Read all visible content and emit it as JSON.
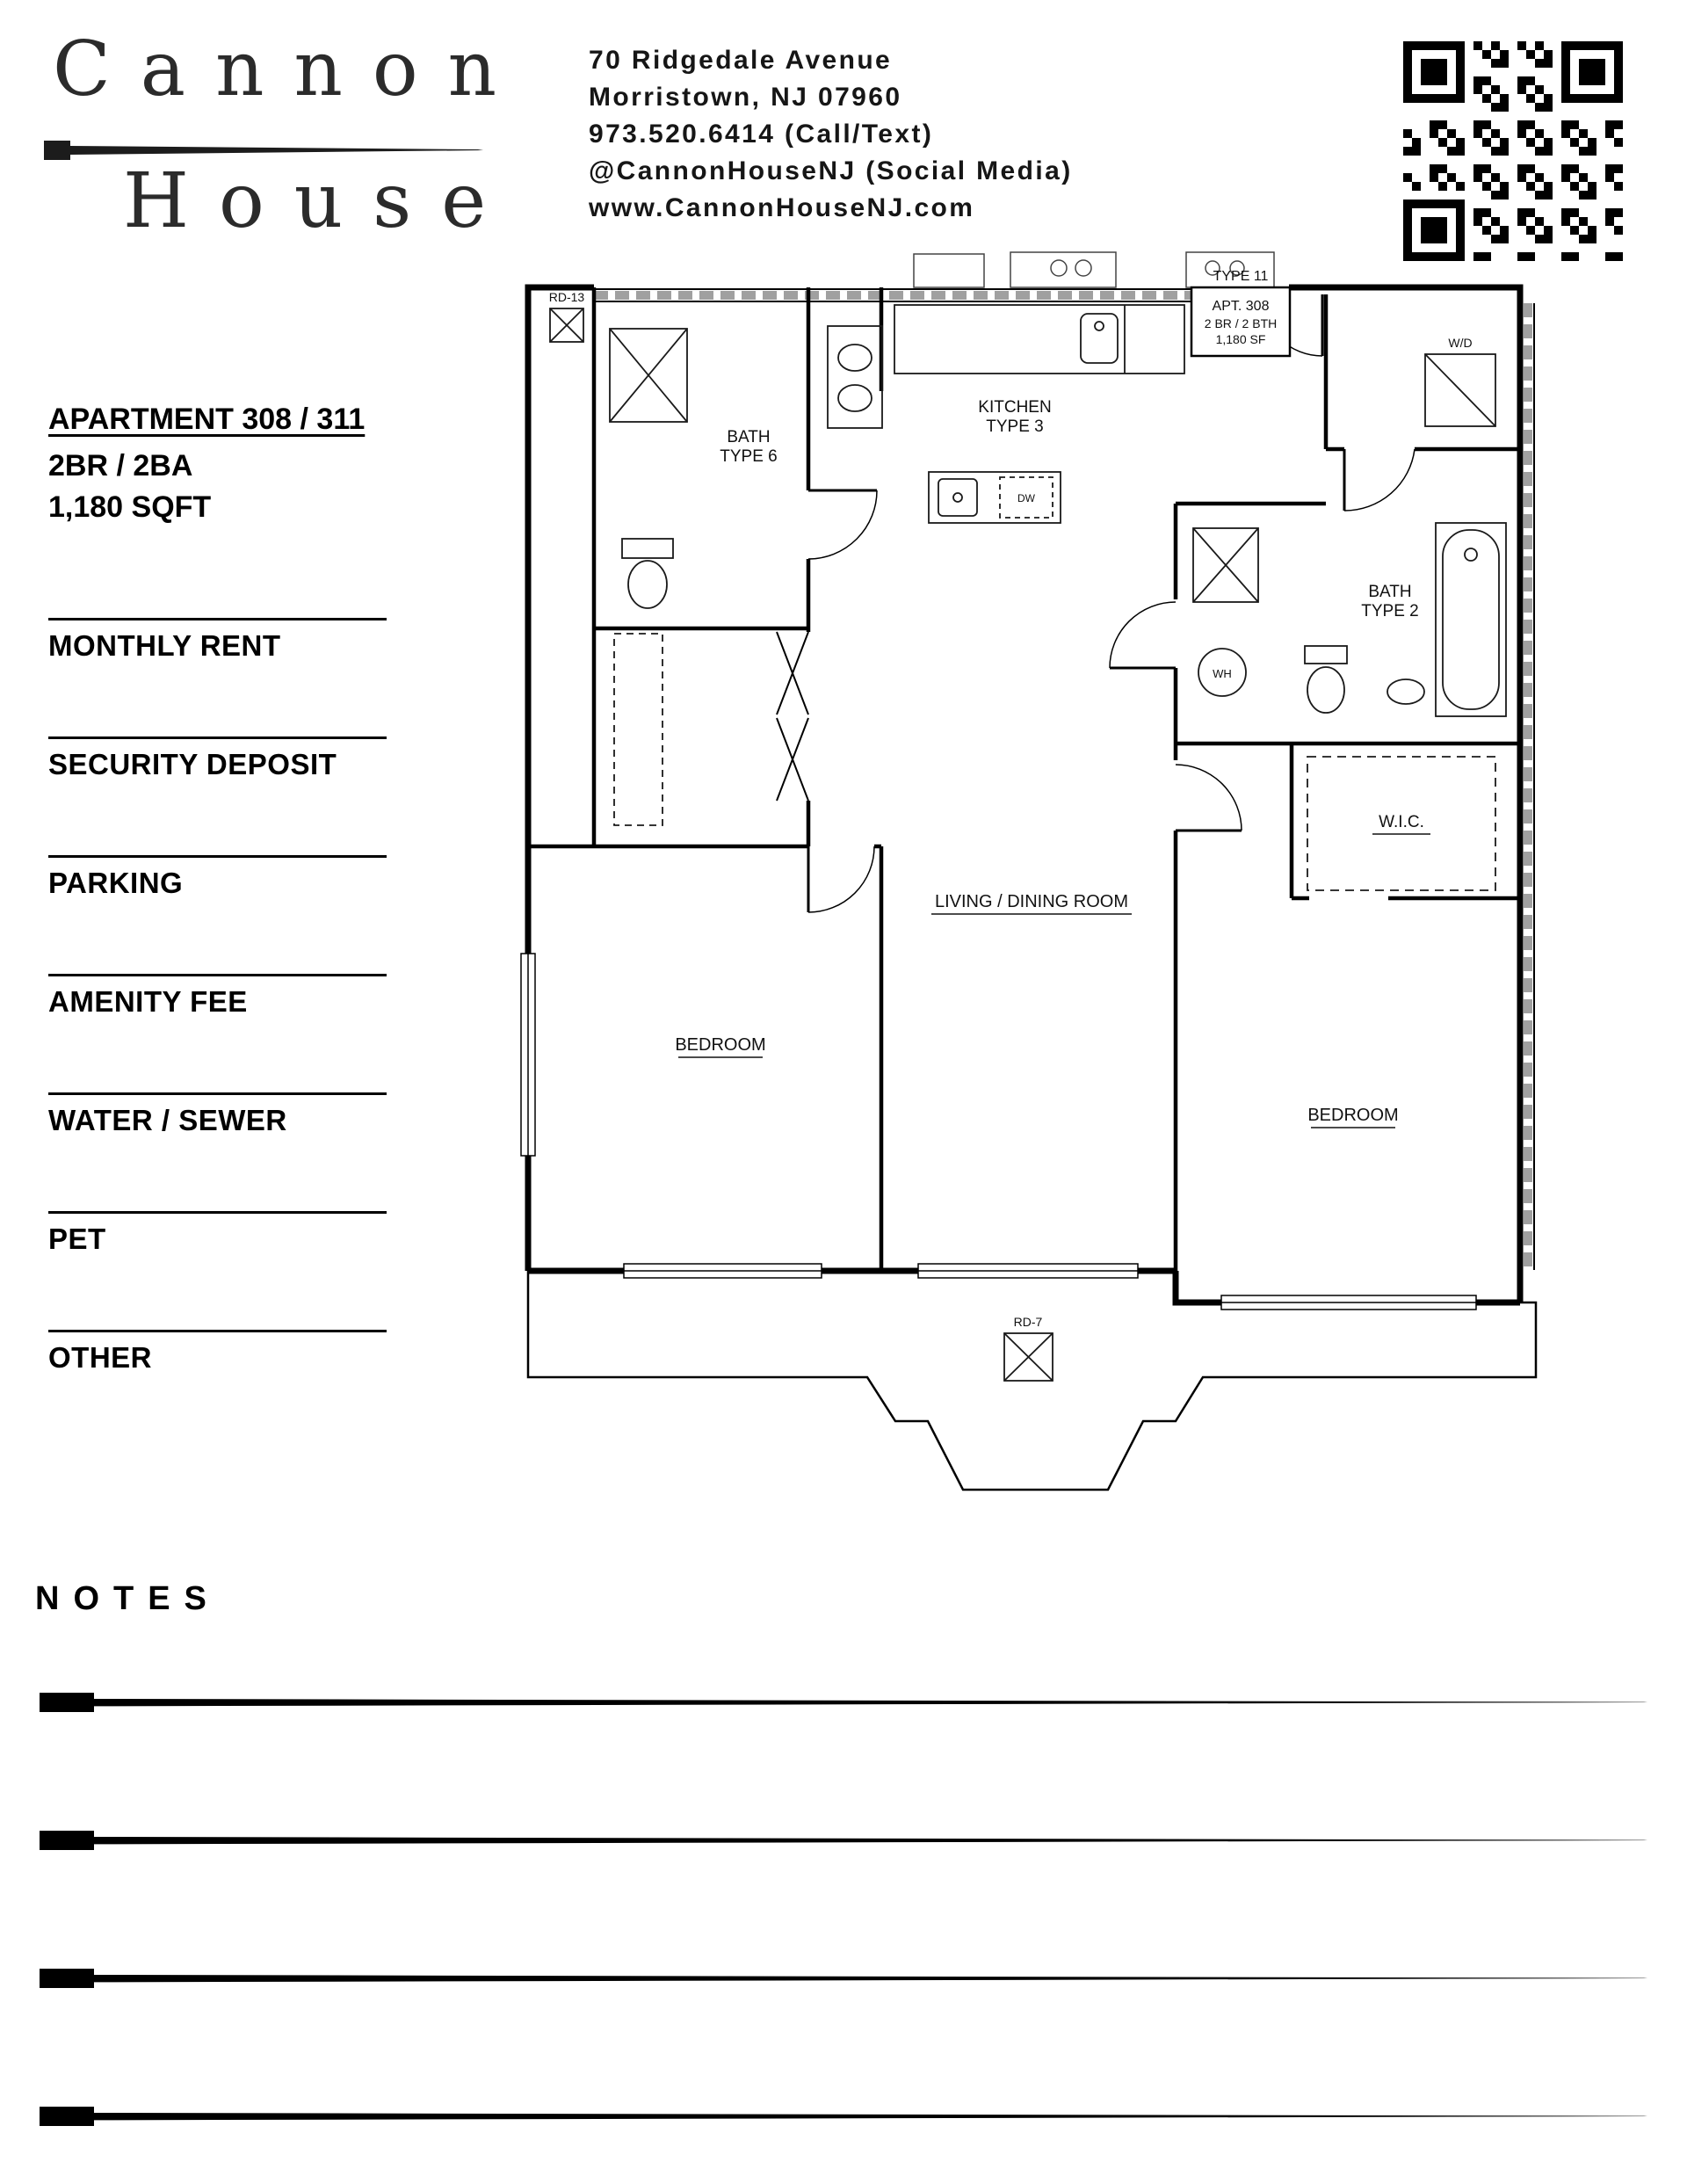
{
  "logo": {
    "line1": "Cannon",
    "line2": "House"
  },
  "contact": {
    "address_line1": "70 Ridgedale Avenue",
    "address_line2": "Morristown, NJ 07960",
    "phone": "973.520.6414 (Call/Text)",
    "social": "@CannonHouseNJ (Social Media)",
    "website": "www.CannonHouseNJ.com"
  },
  "apartment": {
    "title": "APARTMENT 308 / 311",
    "beds_baths": "2BR / 2BA",
    "sqft": "1,180 SQFT"
  },
  "fields": [
    {
      "label": "MONTHLY RENT"
    },
    {
      "label": "SECURITY DEPOSIT"
    },
    {
      "label": "PARKING"
    },
    {
      "label": "AMENITY FEE"
    },
    {
      "label": "WATER / SEWER"
    },
    {
      "label": "PET"
    },
    {
      "label": "OTHER"
    }
  ],
  "floorplan": {
    "rd13": "RD-13",
    "type11": "TYPE 11",
    "apt_line1": "APT. 308",
    "apt_line2": "2 BR / 2 BTH",
    "apt_line3": "1,180 SF",
    "wd": "W/D",
    "kitchen_line1": "KITCHEN",
    "kitchen_line2": "TYPE 3",
    "bath6_line1": "BATH",
    "bath6_line2": "TYPE 6",
    "dw": "DW",
    "bath2_line1": "BATH",
    "bath2_line2": "TYPE 2",
    "wh": "WH",
    "wic": "W.I.C.",
    "living": "LIVING / DINING ROOM",
    "bedroom_left": "BEDROOM",
    "bedroom_right": "BEDROOM",
    "rd7": "RD-7"
  },
  "notes_title": "NOTES",
  "colors": {
    "ink": "#000000",
    "hatch": "#a0a0a0"
  }
}
